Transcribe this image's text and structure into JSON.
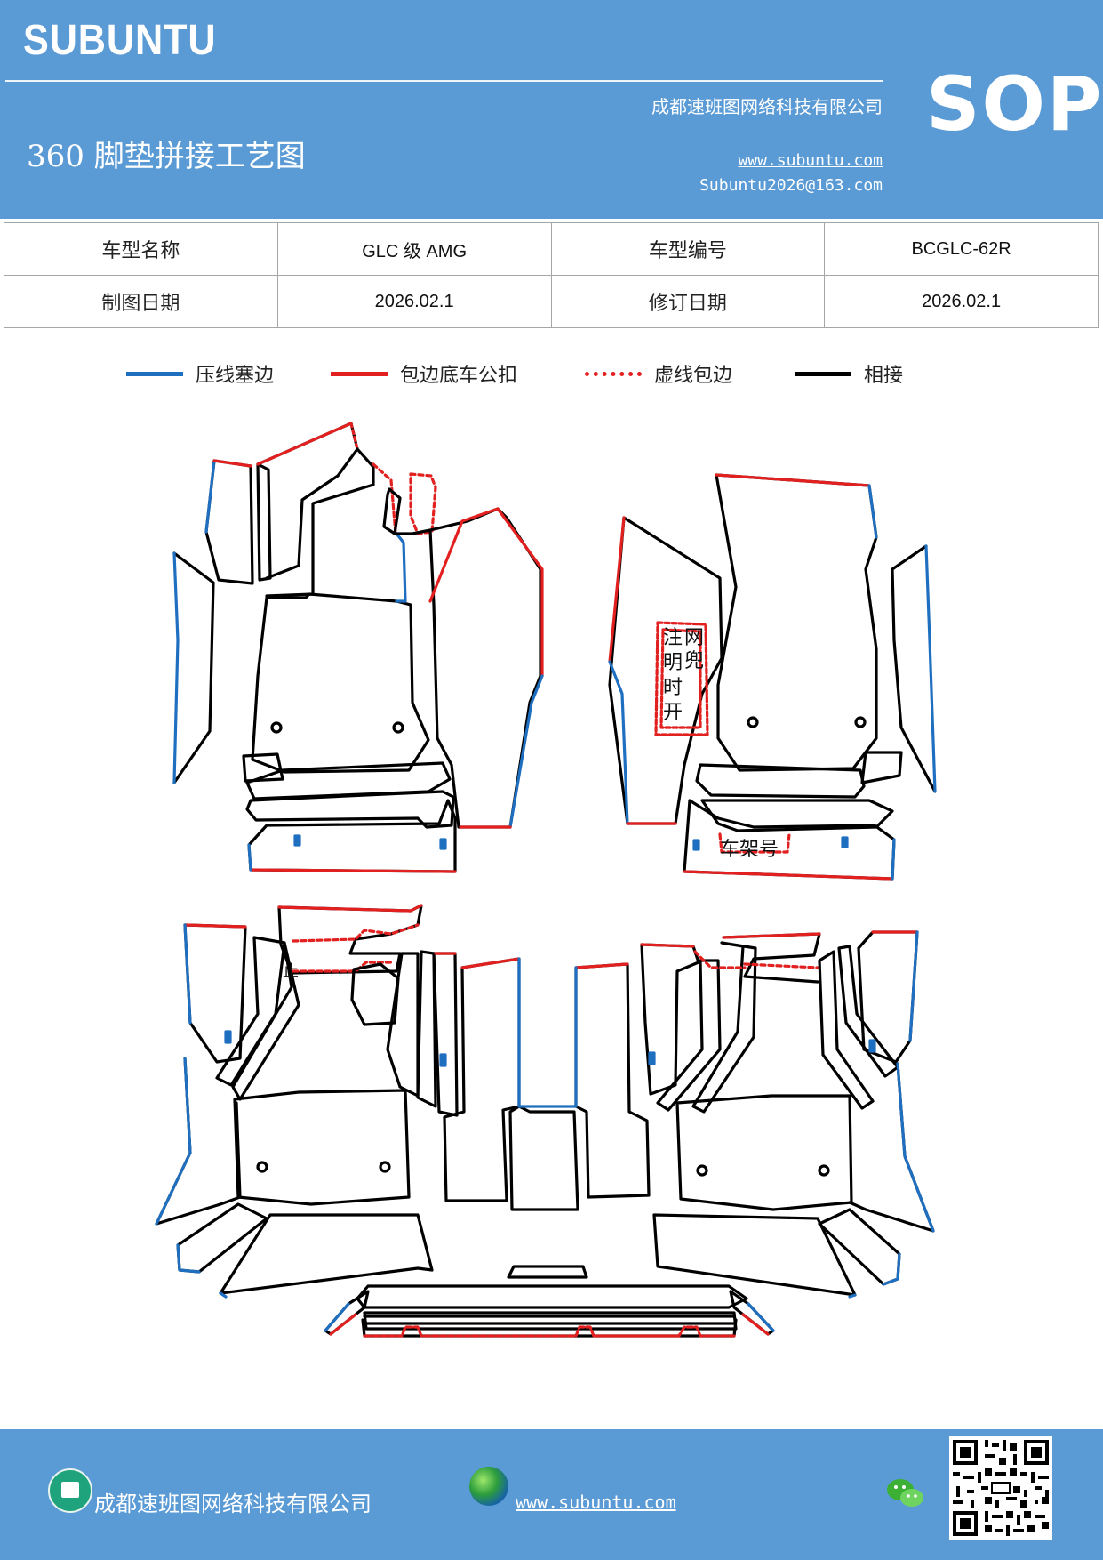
{
  "header": {
    "brand": "SUBUNTU",
    "company": "成都速班图网络科技有限公司",
    "title": "360 脚垫拼接工艺图",
    "website": "www.subuntu.com",
    "email": "Subuntu2026@163.com",
    "badge": "SOP"
  },
  "info_table": {
    "rows": [
      [
        {
          "label": "车型名称",
          "value": "GLC 级 AMG"
        },
        {
          "label": "车型编号",
          "value": "BCGLC-62R"
        }
      ],
      [
        {
          "label": "制图日期",
          "value": "2026.02.1"
        },
        {
          "label": "修订日期",
          "value": "2026.02.1"
        }
      ]
    ]
  },
  "legend": [
    {
      "label": "压线塞边",
      "color": "#1f6fc0",
      "style": "solid"
    },
    {
      "label": "包边底车公扣",
      "color": "#e32020",
      "style": "solid"
    },
    {
      "label": "虚线包边",
      "color": "#e32020",
      "style": "dotted"
    },
    {
      "label": "相接",
      "color": "#000000",
      "style": "solid"
    }
  ],
  "drawing": {
    "note_net_pocket": [
      "注",
      "明",
      "时",
      "开",
      "网",
      "兜"
    ],
    "note_frame_number": "车架号",
    "note_stop": "止"
  },
  "footer": {
    "company": "成都速班图网络科技有限公司",
    "website": "www.subuntu.com",
    "company_icon": "building-icon",
    "web_icon": "globe-icon",
    "wechat_icon": "wechat-icon"
  },
  "colors": {
    "header_bg": "#5b9bd5",
    "blue_line": "#1f6fc0",
    "red_line": "#e32020",
    "black_line": "#000000"
  }
}
